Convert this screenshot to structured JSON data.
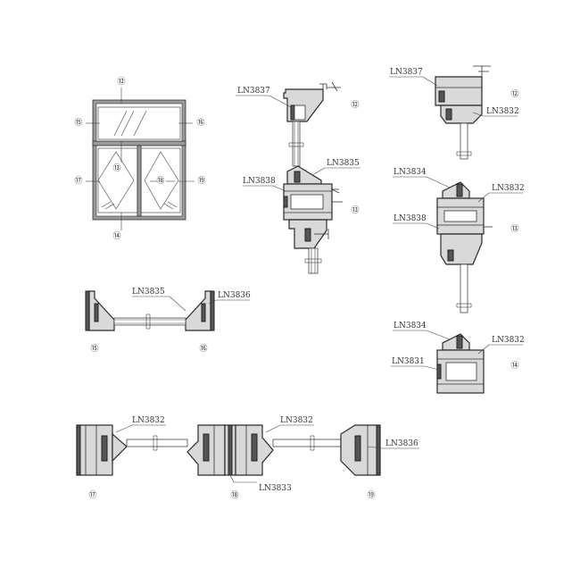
{
  "elevation": {
    "markers": [
      "⑫",
      "⑬",
      "⑭",
      "⑮",
      "⑯",
      "⑰",
      "⑱",
      "⑲"
    ]
  },
  "section_vertical_left": {
    "labels": [
      "LN3837",
      "LN3835",
      "LN3838"
    ],
    "markers": [
      "⑫",
      "⑬"
    ]
  },
  "section_vertical_right": {
    "labels": [
      "LN3837",
      "LN3832",
      "LN3834",
      "LN3832",
      "LN3838",
      "LN3834",
      "LN3832",
      "LN3831"
    ],
    "markers": [
      "⑫",
      "⑬",
      "⑭"
    ]
  },
  "section_horizontal_transom": {
    "labels": [
      "LN3835",
      "LN3836"
    ],
    "markers": [
      "⑮",
      "⑯"
    ]
  },
  "section_horizontal_bottom": {
    "labels": [
      "LN3832",
      "LN3832",
      "LN3833",
      "LN3836"
    ],
    "markers": [
      "⑰",
      "⑱",
      "⑲"
    ]
  }
}
